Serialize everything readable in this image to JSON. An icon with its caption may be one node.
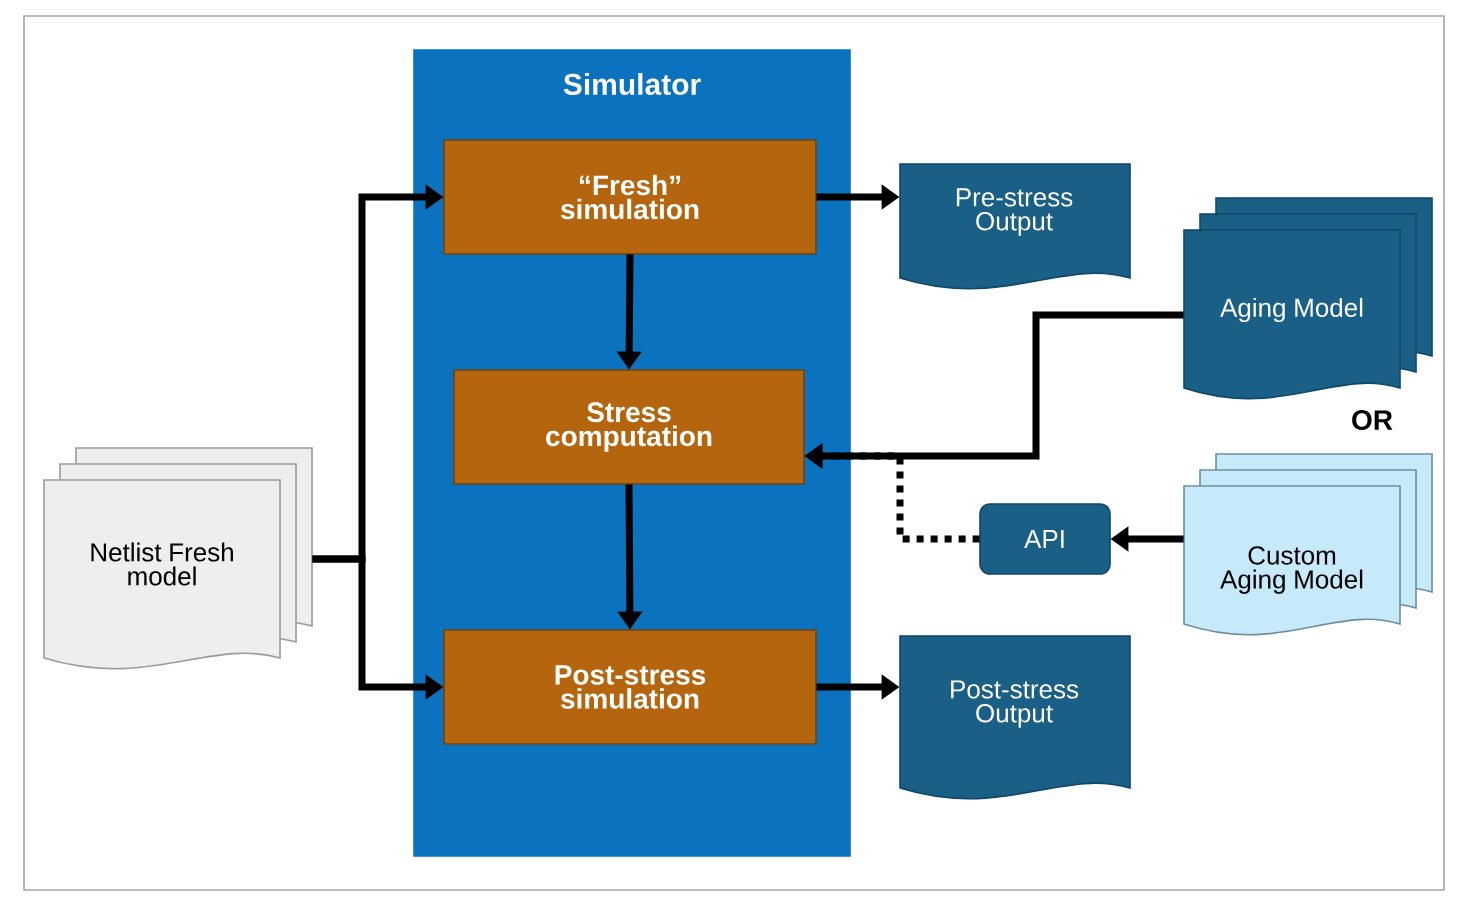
{
  "diagram": {
    "nodes": [
      {
        "text": [
          "Simulator"
        ]
      },
      {
        "text": [
          "“Fresh” simulation"
        ],
        "in": 0
      },
      {
        "text": [
          "Stress computation"
        ],
        "in": 0
      },
      {
        "text": [
          "Post-stress simulation"
        ],
        "in": 0
      },
      {
        "text": [
          "Netlist Fresh model"
        ]
      },
      {
        "text": [
          "Pre-stress Output"
        ]
      },
      {
        "text": [
          "Aging Model"
        ]
      },
      {
        "text": [
          "Custom Aging Model"
        ]
      },
      {
        "text": [
          "API"
        ]
      },
      {
        "text": [
          "Post-stress Output"
        ]
      }
    ],
    "edges": [
      {
        "from": 4,
        "to": 1,
        "arrow": "to"
      },
      {
        "from": 4,
        "to": 3,
        "arrow": "to"
      },
      {
        "from": 1,
        "to": 2,
        "arrow": "to"
      },
      {
        "from": 2,
        "to": 3,
        "arrow": "to"
      },
      {
        "from": 1,
        "to": 5,
        "arrow": "to"
      },
      {
        "from": 3,
        "to": 9,
        "arrow": "to"
      },
      {
        "from": 6,
        "to": 2,
        "arrow": "to"
      },
      {
        "from": 8,
        "to": 2,
        "arrow": "to",
        "style": "dashed"
      },
      {
        "from": 7,
        "to": 8,
        "arrow": "to"
      }
    ],
    "labels": [
      "OR"
    ]
  }
}
